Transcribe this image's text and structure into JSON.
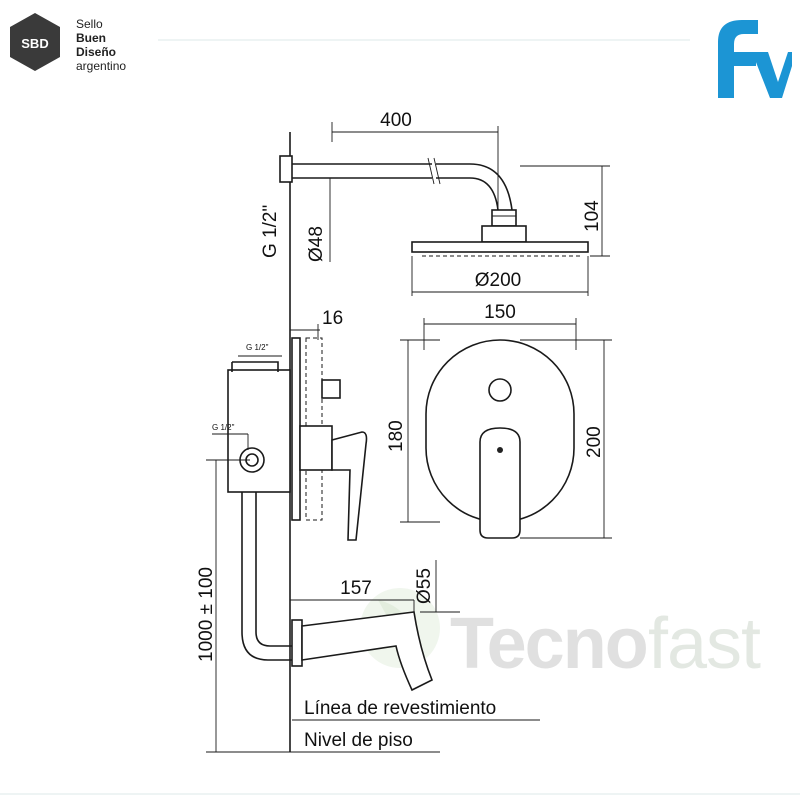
{
  "badge": {
    "abbr": "SBD",
    "line1": "Sello",
    "line2": "Buen",
    "line3": "Diseño",
    "line4": "argentino"
  },
  "brand": {
    "logo_text": "fv",
    "color": "#1c95d4"
  },
  "watermark": {
    "part1": "Tecno",
    "part2": "fast"
  },
  "dimensions": {
    "arm_length": "400",
    "thread_top": "G 1/2\"",
    "arm_diameter": "Ø48",
    "head_height": "104",
    "head_diameter": "Ø200",
    "plate_depth": "16",
    "plate_width": "150",
    "plate_height_inner": "180",
    "plate_height": "200",
    "valve_thread_top": "G 1/2\"",
    "valve_thread_side": "G 1/2\"",
    "spout_diameter": "Ø55",
    "spout_length": "157",
    "install_height": "1000 ± 100"
  },
  "labels": {
    "finish_line": "Línea de revestimiento",
    "floor_level": "Nivel de piso"
  }
}
